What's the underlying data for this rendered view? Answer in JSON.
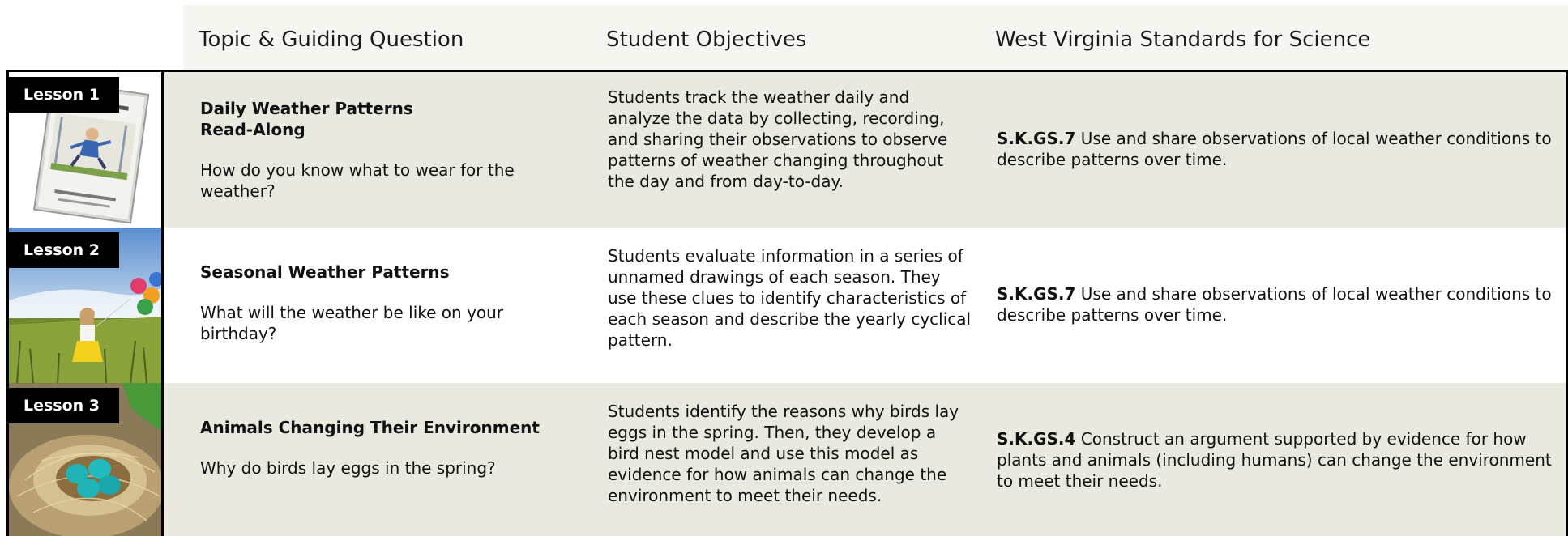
{
  "header": {
    "col1": "Topic & Guiding Question",
    "col2": "Student Objectives",
    "col3": "West Virginia Standards for Science"
  },
  "lessons": [
    {
      "tag": "Lesson 1",
      "topic_line1": "Daily Weather Patterns",
      "topic_line2": "Read-Along",
      "question": "How do you know what to wear for the weather?",
      "objective": "Students track the weather daily and analyze the data by collecting, recording, and sharing their observations to observe patterns of weather changing throughout the day and from day-to-day.",
      "standard_code": "S.K.GS.7",
      "standard_text": " Use and share observations of local weather conditions to describe patterns over time.",
      "image_icon": "book-cover-image"
    },
    {
      "tag": "Lesson 2",
      "topic_line1": "Seasonal Weather Patterns",
      "topic_line2": "",
      "question": "What will the weather be like on your birthday?",
      "objective": "Students evaluate information in a series of unnamed drawings of each season. They use these clues to identify characteristics of each season and describe the yearly cyclical pattern.",
      "standard_code": "S.K.GS.7",
      "standard_text": " Use and share observations of local weather conditions to describe patterns over time.",
      "image_icon": "girl-with-balloons-image"
    },
    {
      "tag": "Lesson 3",
      "topic_line1": "Animals Changing Their Environment",
      "topic_line2": "",
      "question": "Why do birds lay eggs in the spring?",
      "objective": "Students identify the reasons why birds lay eggs in the spring. Then, they develop a bird nest model and use this model as evidence for how animals can change the environment to meet their needs.",
      "standard_code": "S.K.GS.4",
      "standard_text": " Construct an argument supported by evidence for how plants and animals (including  humans) can change the environment to meet their needs.",
      "image_icon": "bird-nest-eggs-image"
    }
  ],
  "colors": {
    "header_bg": "#f6f6f0",
    "row_alt_bg": "#e9e9df",
    "tag_bg": "#000000"
  }
}
